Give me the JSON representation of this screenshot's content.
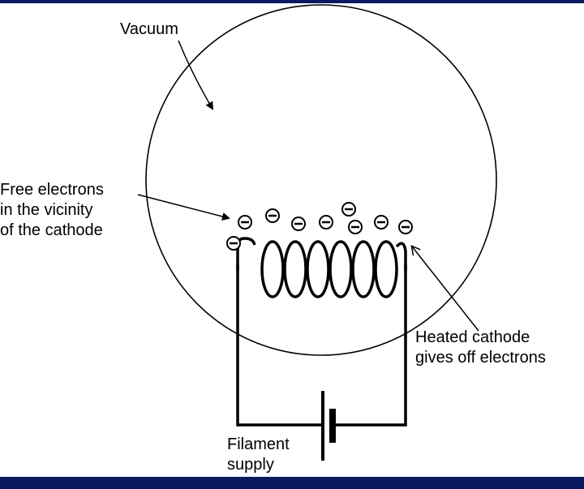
{
  "diagram": {
    "labels": {
      "vacuum": "Vacuum",
      "free_electrons": [
        "Free electrons",
        "in the vicinity",
        "of the cathode"
      ],
      "heated_cathode": [
        "Heated cathode",
        "gives off electrons"
      ],
      "filament_supply": [
        "Filament",
        "supply"
      ]
    },
    "electron_symbol": "⊖",
    "colors": {
      "frame_border": "#0b1a5e",
      "background": "#ffffff",
      "ink": "#000000"
    }
  }
}
